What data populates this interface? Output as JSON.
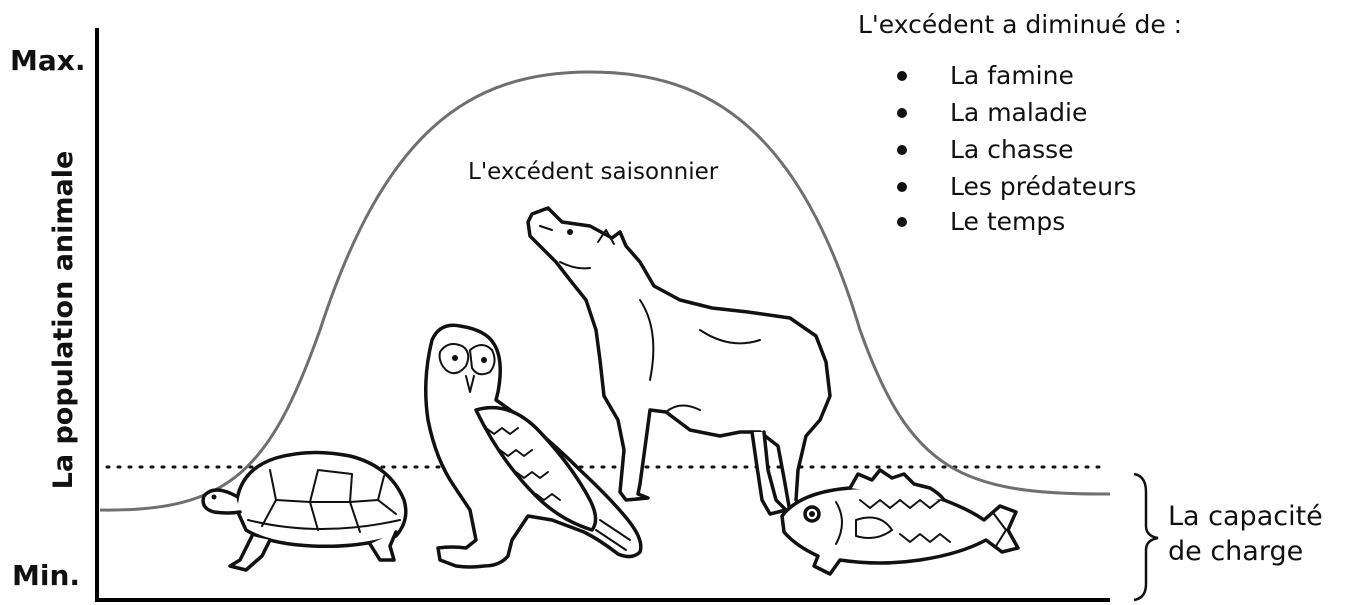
{
  "axes": {
    "y_label": "La population animale",
    "y_max": "Max.",
    "y_min": "Min."
  },
  "curve_label": "L'excédent saisonnier",
  "decline": {
    "title": "L'excédent a diminué de :",
    "causes": [
      "La famine",
      "La maladie",
      "La chasse",
      "Les prédateurs",
      "Le temps"
    ]
  },
  "carrying_capacity": {
    "line1": "La capacité",
    "line2": "de charge"
  },
  "animals": [
    "turtle-illustration",
    "owl-illustration",
    "wolf-illustration",
    "fish-illustration"
  ],
  "colors": {
    "curve": "#6f6f6f",
    "ink": "#111111",
    "background": "#ffffff"
  }
}
